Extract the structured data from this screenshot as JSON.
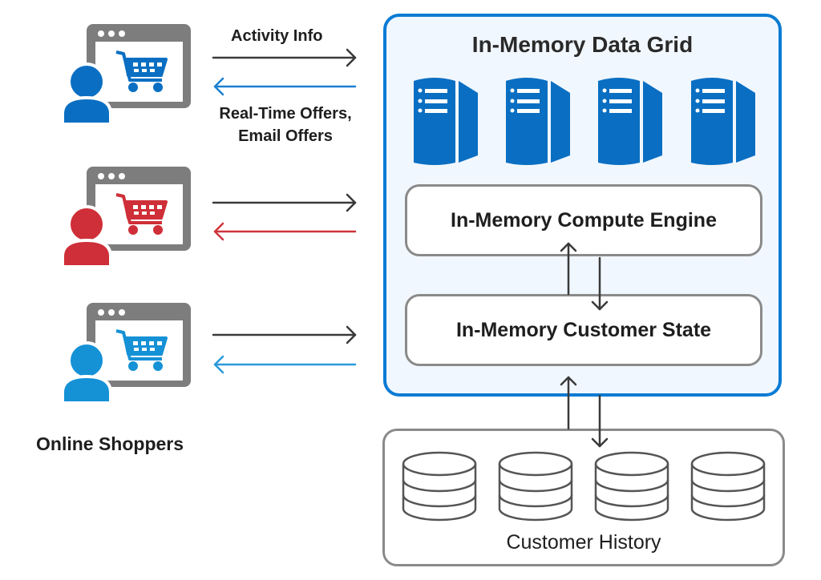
{
  "diagram": {
    "title": "In-Memory Data Grid",
    "compute_engine_label": "In-Memory Compute Engine",
    "customer_state_label": "In-Memory Customer State",
    "customer_history_label": "Customer History",
    "shoppers_label": "Online Shoppers",
    "activity_label": "Activity Info",
    "offers_label_line1": "Real-Time Offers,",
    "offers_label_line2": "Email Offers",
    "server_count": 4,
    "database_count": 4,
    "shoppers": [
      {
        "name": "shopper-1",
        "color": "#0a6fc2",
        "return_arrow_color": "#1a7fd0"
      },
      {
        "name": "shopper-2",
        "color": "#cf2f38",
        "return_arrow_color": "#d0343c"
      },
      {
        "name": "shopper-3",
        "color": "#1591d6",
        "return_arrow_color": "#2a9ad9"
      }
    ],
    "colors": {
      "grid_border": "#0a7bd4",
      "grid_fill": "#f1f7fe",
      "server": "#0a6fc2",
      "box_border": "#8a8a8a",
      "arrow_dark": "#3a3a3a",
      "browser_frame": "#7d7d7d"
    }
  }
}
